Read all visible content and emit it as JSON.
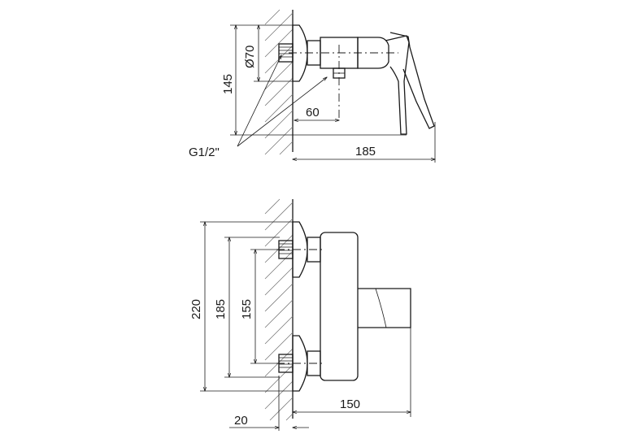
{
  "top_view": {
    "label_thread": "G1/2\"",
    "dim_diameter": "Ø70",
    "dim_height": "145",
    "dim_outlet_offset": "60",
    "dim_depth": "185"
  },
  "front_view": {
    "dim_total_height": "220",
    "dim_outer": "185",
    "dim_inner": "155",
    "dim_wall": "20",
    "dim_depth": "150"
  }
}
